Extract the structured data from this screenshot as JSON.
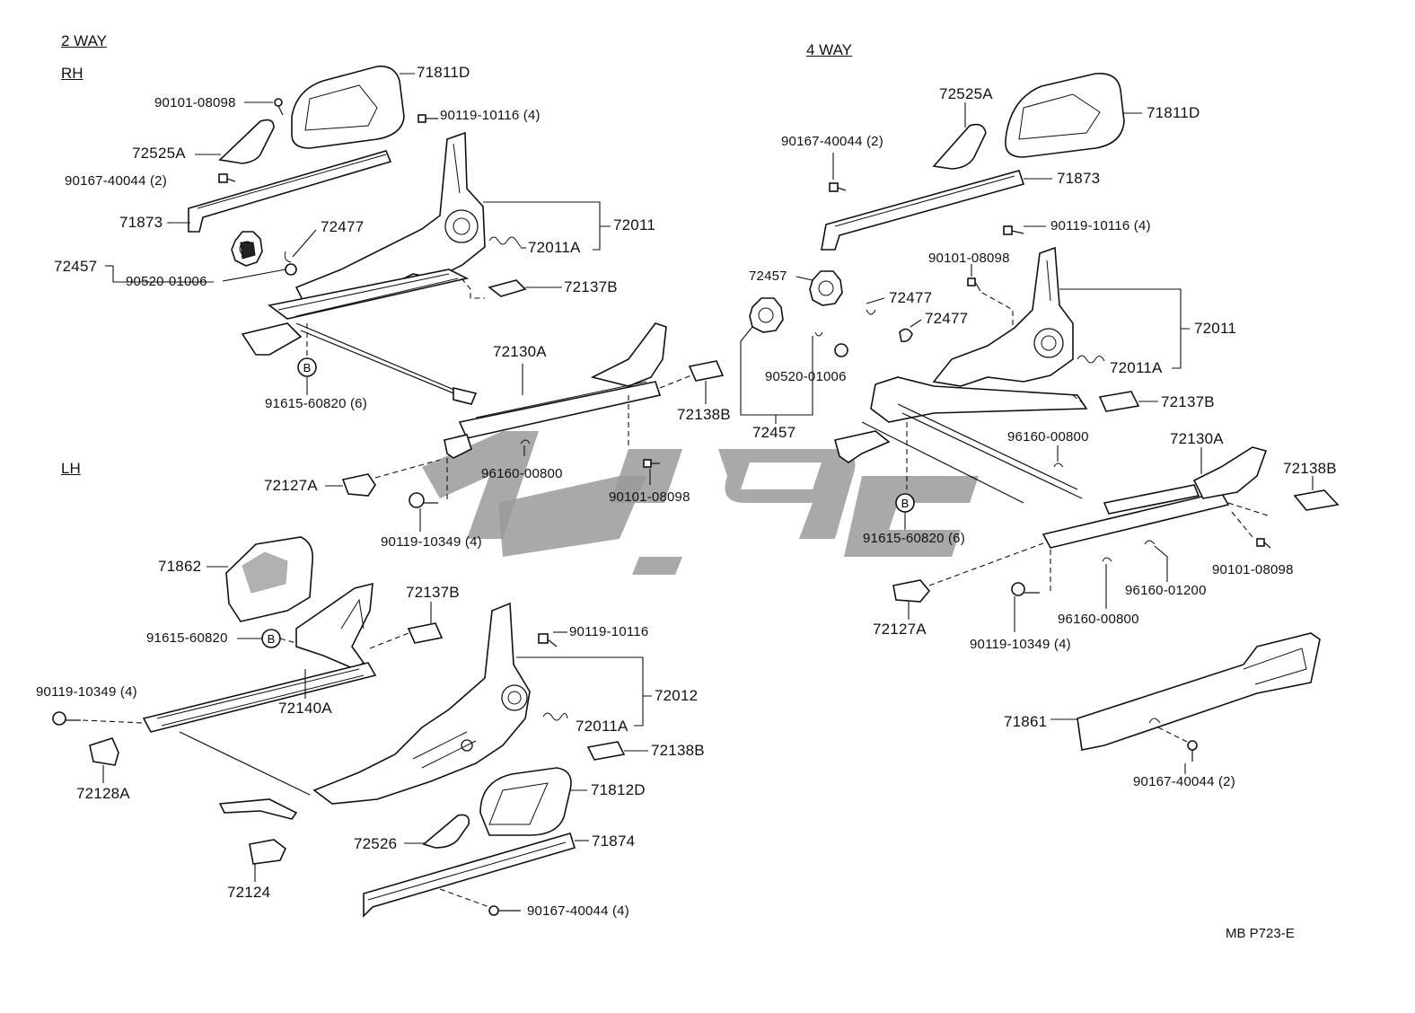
{
  "sections": {
    "two_way": "2 WAY",
    "rh": "RH",
    "lh": "LH",
    "four_way": "4 WAY"
  },
  "circle_marker": "B",
  "rh_labels": {
    "p71811d": "71811D",
    "p90101_08098": "90101-08098",
    "p90119_10116_4": "90119-10116 (4)",
    "p72525a": "72525A",
    "p90167_40044_2": "90167-40044 (2)",
    "p71873": "71873",
    "p72477": "72477",
    "p72011": "72011",
    "p72011a": "72011A",
    "p72457": "72457",
    "p90520_01006": "90520-01006",
    "p72137b": "72137B",
    "p72130a": "72130A",
    "p91615_60820_6": "91615-60820 (6)",
    "p72138b": "72138B",
    "p96160_00800": "96160-00800",
    "p72127a": "72127A",
    "p90101_08098b": "90101-08098",
    "p90119_10349_4": "90119-10349 (4)"
  },
  "lh_labels": {
    "p71862": "71862",
    "p72137b": "72137B",
    "p91615_60820": "91615-60820",
    "p90119_10116": "90119-10116",
    "p90119_10349_4": "90119-10349 (4)",
    "p72140a": "72140A",
    "p72012": "72012",
    "p72011a": "72011A",
    "p72138b": "72138B",
    "p72128a": "72128A",
    "p71812d": "71812D",
    "p72526": "72526",
    "p71874": "71874",
    "p72124": "72124",
    "p90167_40044_4": "90167-40044 (4)"
  },
  "four_way_labels": {
    "p72525a": "72525A",
    "p71811d": "71811D",
    "p90167_40044_2": "90167-40044 (2)",
    "p71873": "71873",
    "p90119_10116_4": "90119-10116 (4)",
    "p90101_08098": "90101-08098",
    "p72457": "72457",
    "p72477a": "72477",
    "p72477b": "72477",
    "p72011": "72011",
    "p90520_01006": "90520-01006",
    "p72011a": "72011A",
    "p72137b": "72137B",
    "p72457b": "72457",
    "p96160_00800": "96160-00800",
    "p72130a": "72130A",
    "p72138b": "72138B",
    "p91615_60820_6": "91615-60820 (6)",
    "p90101_08098b": "90101-08098",
    "p96160_01200": "96160-01200",
    "p72127a": "72127A",
    "p90119_10349_4": "90119-10349 (4)",
    "p96160_00800b": "96160-00800",
    "p71861": "71861",
    "p90167_40044_2b": "90167-40044 (2)"
  },
  "diagram_code": "MB P723-E",
  "watermark": {
    "color": "#9a9a9a"
  }
}
